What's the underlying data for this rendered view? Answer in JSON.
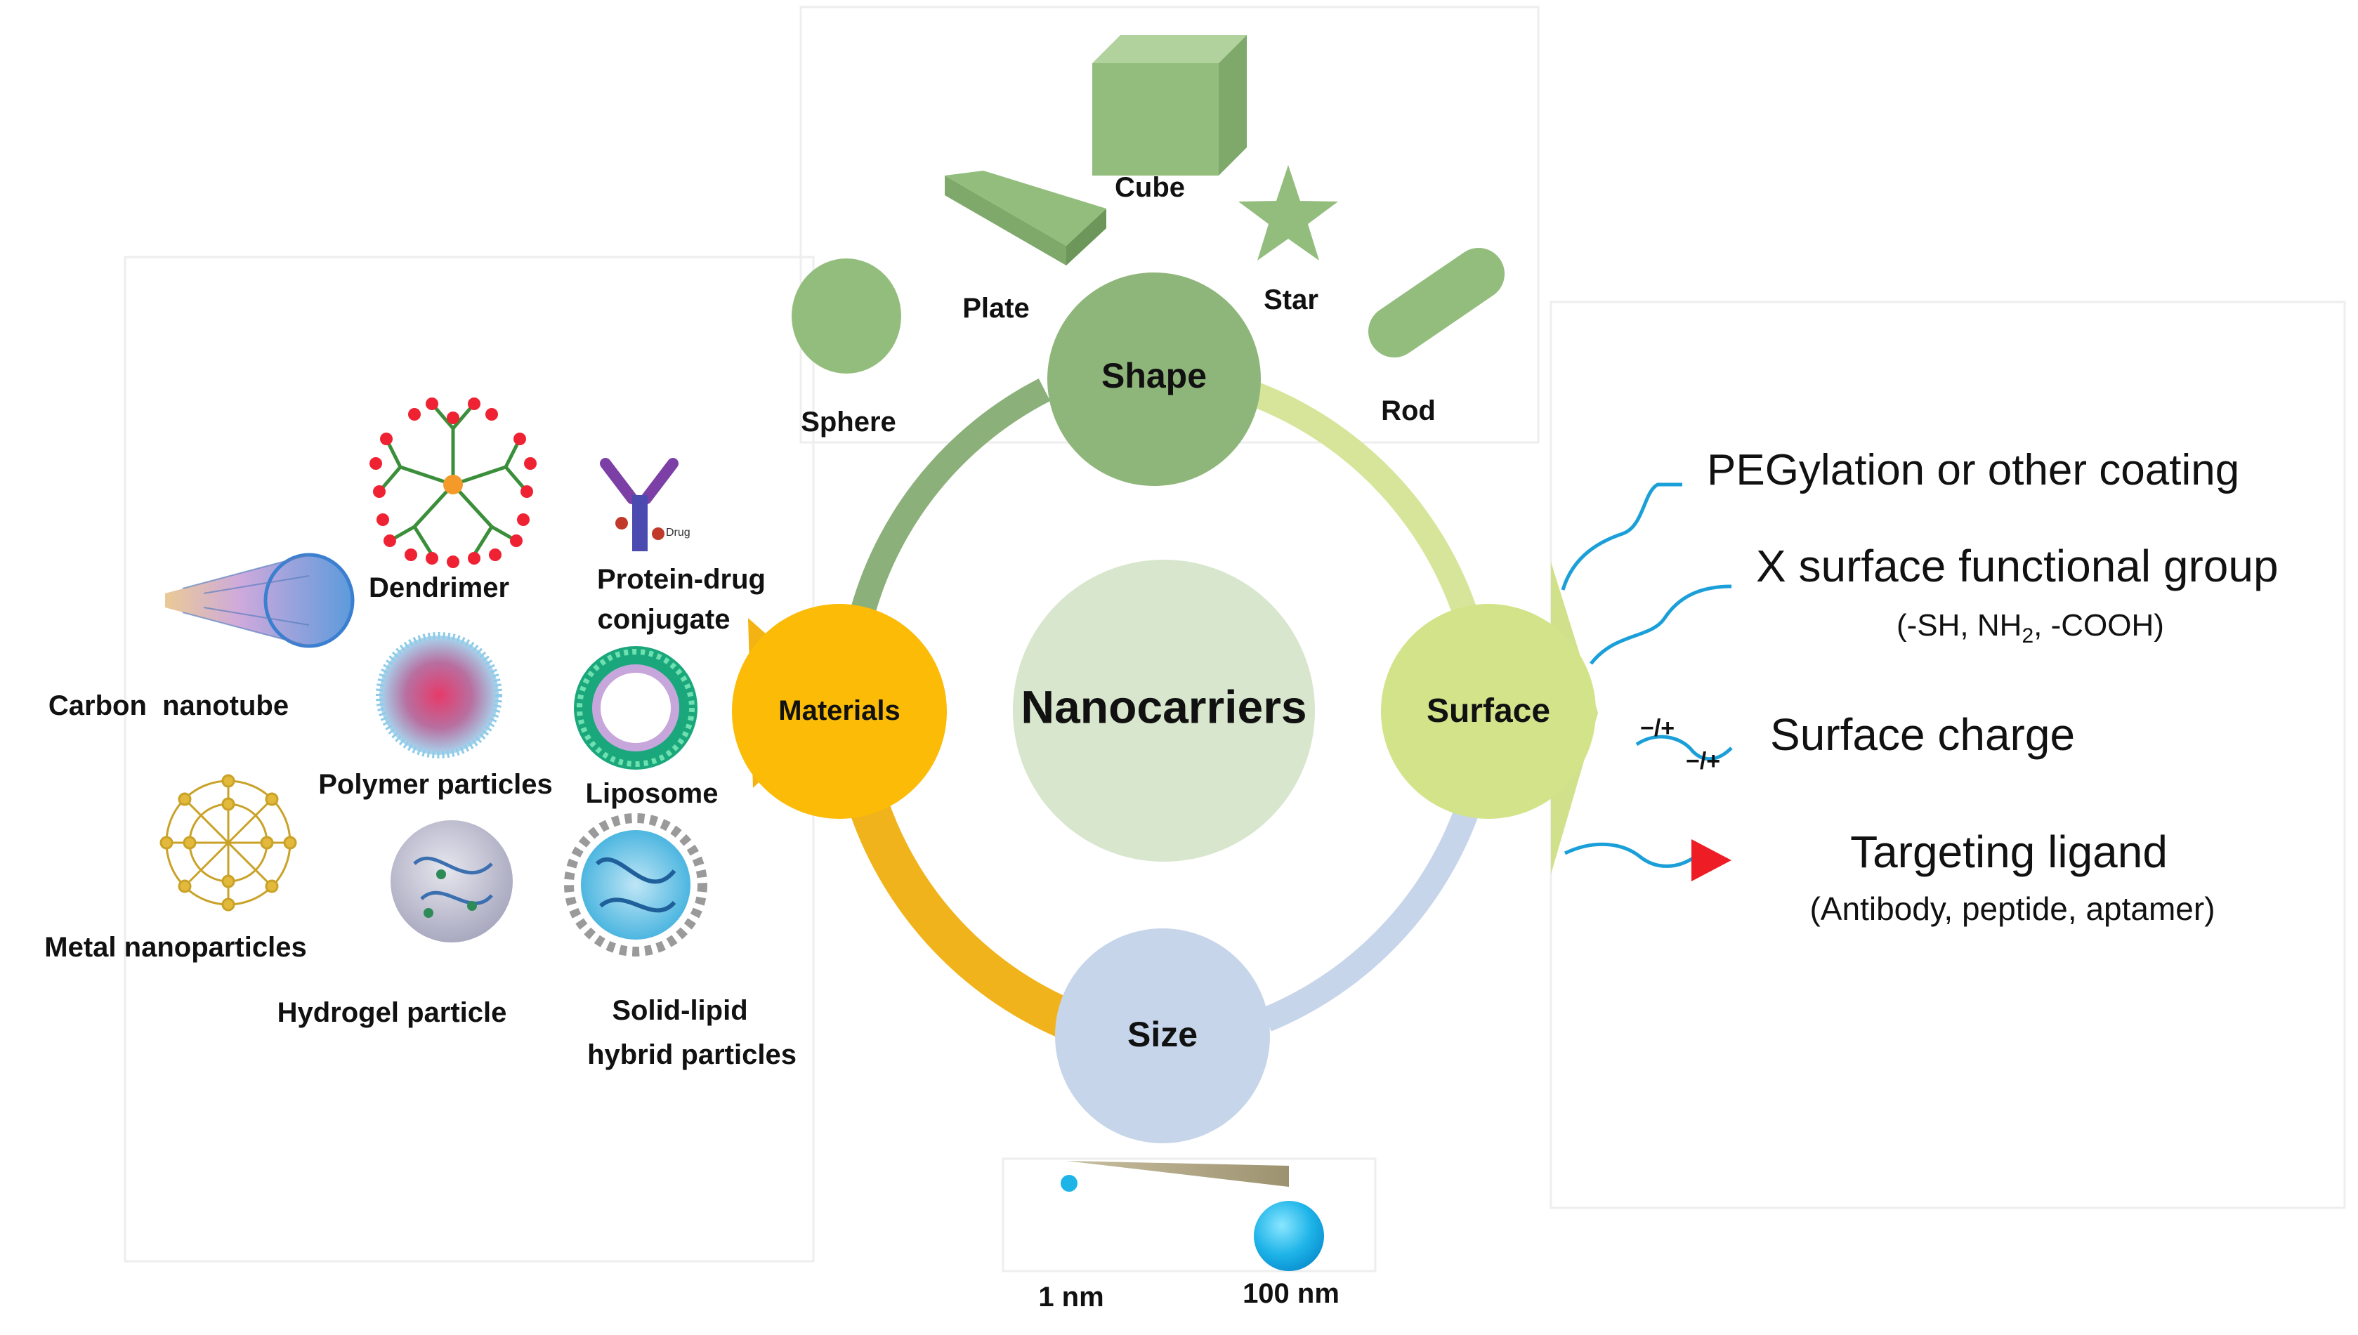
{
  "center": {
    "label": "Nanocarriers"
  },
  "nodes": {
    "shape": "Shape",
    "materials": "Materials",
    "surface": "Surface",
    "size": "Size"
  },
  "shapes": {
    "cube": "Cube",
    "plate": "Plate",
    "star": "Star",
    "sphere": "Sphere",
    "rod": "Rod"
  },
  "materials": {
    "dendrimer": "Dendrimer",
    "protein_drug_1": "Protein-drug",
    "protein_drug_2": "conjugate",
    "drug_tag": "Drug",
    "carbon_nanotube": "Carbon  nanotube",
    "polymer_particles": "Polymer particles",
    "liposome": "Liposome",
    "metal_nanoparticles": "Metal nanoparticles",
    "hydrogel_particle": "Hydrogel particle",
    "solid_lipid_1": "Solid-lipid",
    "solid_lipid_2": "hybrid particles"
  },
  "surface": {
    "pegylation": "PEGylation or other coating",
    "functional_group": "X surface functional group",
    "fg_examples_pre": "(-SH, NH",
    "fg_examples_sub": "2",
    "fg_examples_post": ", -COOH)",
    "charge": "Surface charge",
    "charge_mark": "−/+",
    "ligand": "Targeting ligand",
    "ligand_examples": "(Antibody, peptide, aptamer)"
  },
  "size": {
    "min": "1 nm",
    "max": "100 nm"
  },
  "colors": {
    "shape_node": "#8fb67a",
    "shape_arc": "#8cb07a",
    "surface_node": "#d3e38a",
    "surface_arc": "#d6e59a",
    "size_node": "#c6d5ea",
    "size_arc": "#c6d5ea",
    "materials_node": "#fbbb07",
    "materials_arc": "#f1b31b",
    "center": "#d7e6cc",
    "shape_fill": "#93bd7d",
    "line_blue": "#1a9fd8",
    "ligand_red": "#ee1c24",
    "size_blue": "#1eb4e8"
  }
}
